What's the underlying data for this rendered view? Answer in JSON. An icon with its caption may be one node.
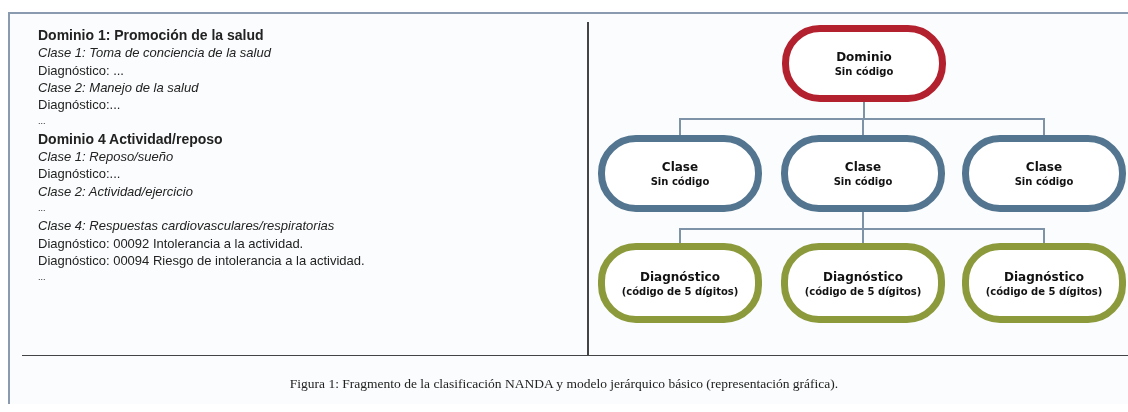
{
  "diagram": {
    "caption": "Figura 1: Fragmento de la clasificación NANDA y modelo jerárquico básico (representación gráfica).",
    "nodes": [
      {
        "text": [
          "Dominio",
          "Sin código"
        ]
      },
      {
        "text": [
          "Clase",
          "Sin código"
        ]
      },
      {
        "text": [
          "Clase",
          "Sin código"
        ]
      },
      {
        "text": [
          "Clase",
          "Sin código"
        ]
      },
      {
        "text": [
          "Diagnóstico",
          "(código de 5 dígitos)"
        ]
      },
      {
        "text": [
          "Diagnóstico",
          "(código de 5 dígitos)"
        ]
      },
      {
        "text": [
          "Diagnóstico",
          "(código de 5 dígitos)"
        ]
      }
    ],
    "edges": [
      {
        "from": 0,
        "to": 1,
        "arrow": "none"
      },
      {
        "from": 0,
        "to": 2,
        "arrow": "none"
      },
      {
        "from": 0,
        "to": 3,
        "arrow": "none"
      },
      {
        "from": 2,
        "to": 4,
        "arrow": "none"
      },
      {
        "from": 2,
        "to": 5,
        "arrow": "none"
      },
      {
        "from": 2,
        "to": 6,
        "arrow": "none"
      }
    ],
    "labels": [
      "Dominio 1: Promoción de la salud",
      "Clase 1: Toma de conciencia de la salud",
      "Diagnóstico: ...",
      "Clase 2: Manejo de la salud",
      "Diagnóstico:...",
      "...",
      "Dominio 4 Actividad/reposo",
      "Clase 1: Reposo/sueño",
      "Diagnóstico:...",
      "Clase 2: Actividad/ejercicio",
      "...",
      "Clase 4: Respuestas cardiovasculares/respiratorias",
      "Diagnóstico: 00092 Intolerancia a la actividad.",
      "Diagnóstico: 00094 Riesgo de intolerancia a la actividad.",
      "..."
    ]
  }
}
